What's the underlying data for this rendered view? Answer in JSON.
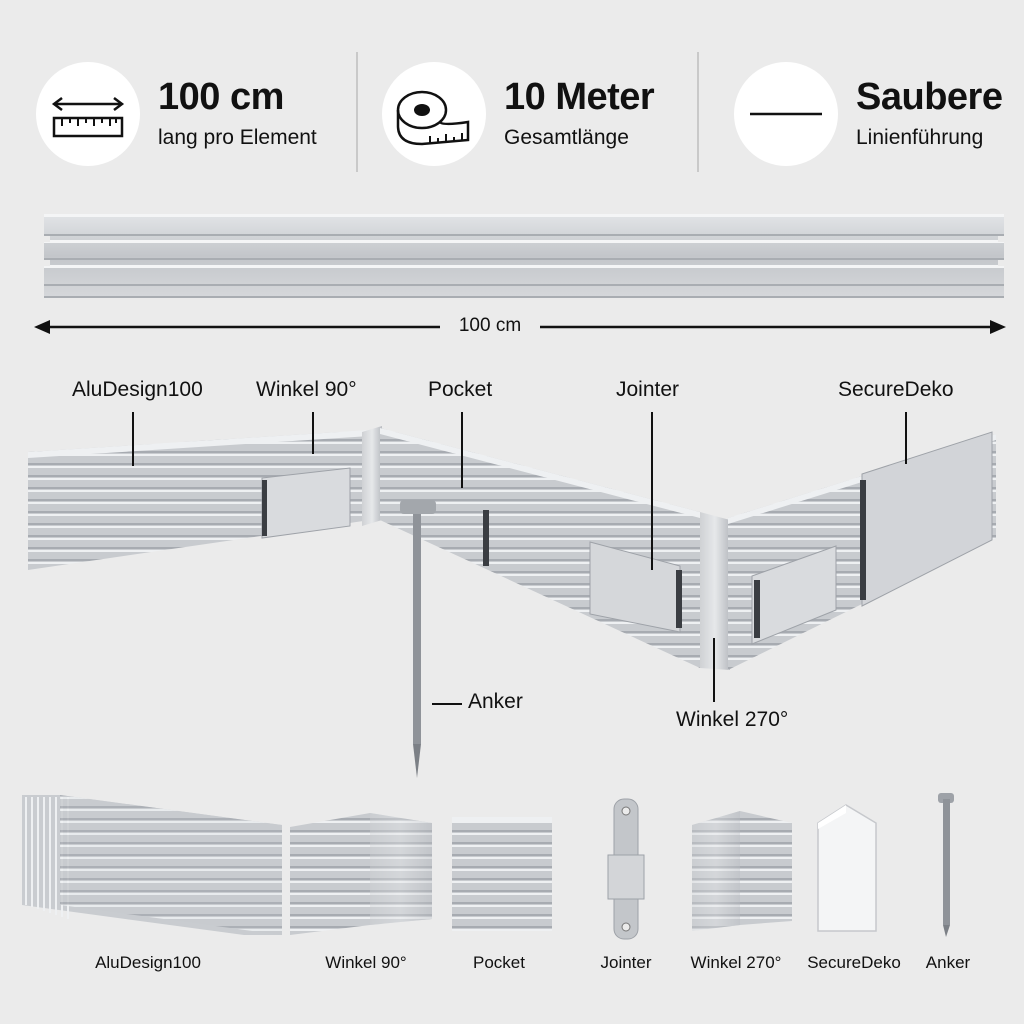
{
  "features": [
    {
      "icon": "ruler-icon",
      "title": "100 cm",
      "subtitle": "lang pro Element"
    },
    {
      "icon": "tape-measure-icon",
      "title": "10 Meter",
      "subtitle": "Gesamtlänge"
    },
    {
      "icon": "straight-line-icon",
      "title": "Saubere",
      "subtitle": "Linienführung"
    }
  ],
  "dimension": {
    "label": "100 cm"
  },
  "callouts": {
    "aludesign": "AluDesign100",
    "winkel90": "Winkel 90°",
    "pocket": "Pocket",
    "jointer": "Jointer",
    "securedeko": "SecureDeko",
    "anker": "Anker",
    "winkel270": "Winkel 270°"
  },
  "parts": [
    {
      "label": "AluDesign100"
    },
    {
      "label": "Winkel 90°"
    },
    {
      "label": "Pocket"
    },
    {
      "label": "Jointer"
    },
    {
      "label": "Winkel 270°"
    },
    {
      "label": "SecureDeko"
    },
    {
      "label": "Anker"
    }
  ],
  "colors": {
    "background": "#ebebeb",
    "aluminium": "#c4c7cb",
    "aluminium_light": "#e4e6e8",
    "aluminium_dark": "#9a9ea4"
  }
}
